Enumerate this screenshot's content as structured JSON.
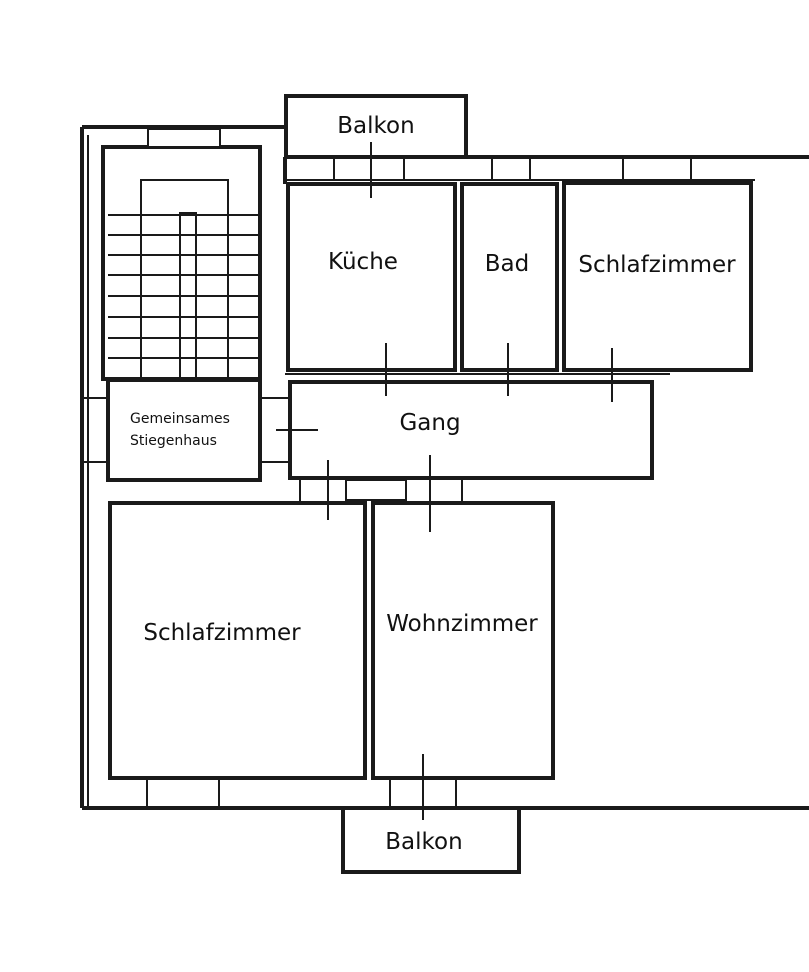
{
  "rooms": {
    "balkon_top": "Balkon",
    "kueche": "Küche",
    "bad": "Bad",
    "schlafzimmer_right": "Schlafzimmer",
    "gang": "Gang",
    "stiegenhaus_line1": "Gemeinsames",
    "stiegenhaus_line2": "Stiegenhaus",
    "schlafzimmer_left": "Schlafzimmer",
    "wohnzimmer": "Wohnzimmer",
    "balkon_bottom": "Balkon"
  }
}
